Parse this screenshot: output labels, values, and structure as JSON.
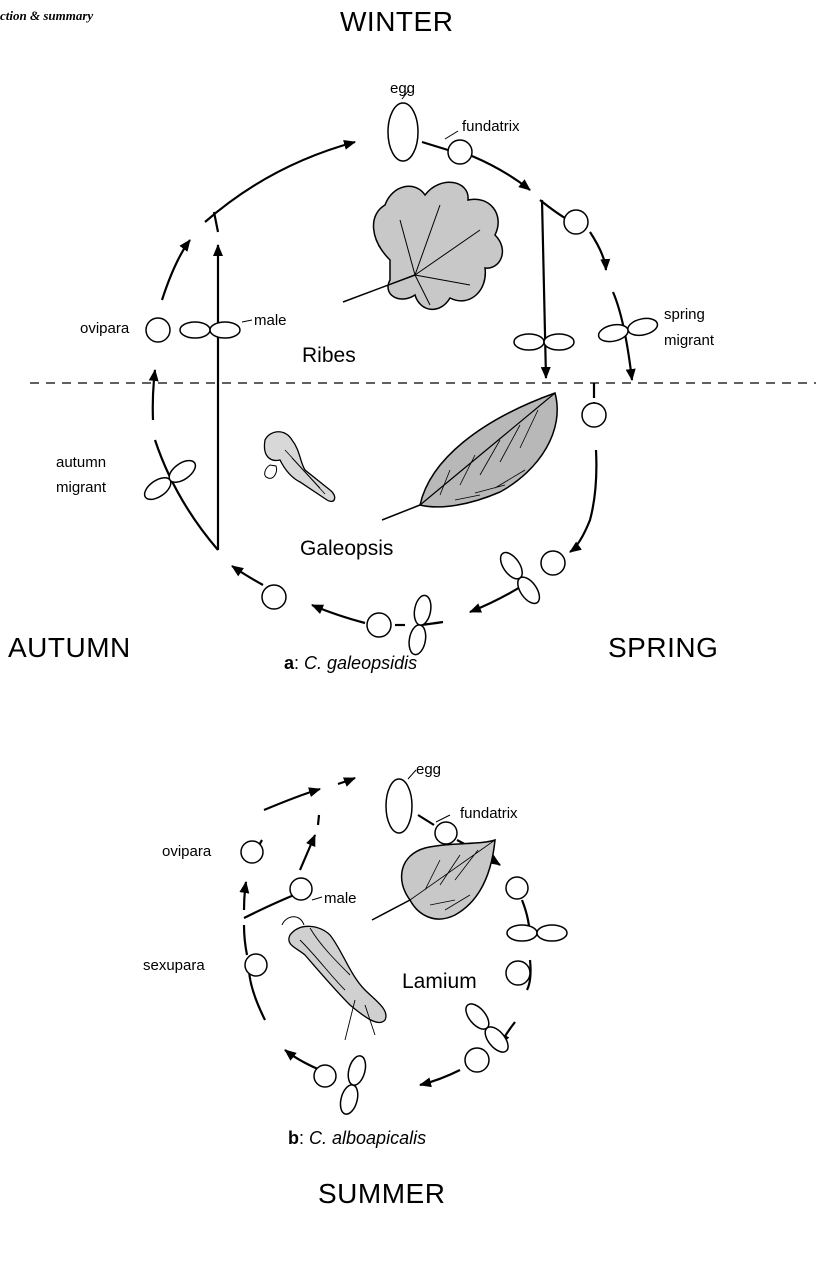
{
  "header": "ction & summary",
  "seasons": {
    "winter": "WINTER",
    "autumn": "AUTUMN",
    "spring": "SPRING",
    "summer": "SUMMER"
  },
  "diagram_a": {
    "caption_letter": "a",
    "caption_species": "C. galeopsidis",
    "hosts": {
      "primary": "Ribes",
      "secondary": "Galeopsis"
    },
    "labels": {
      "egg": "egg",
      "fundatrix": "fundatrix",
      "ovipara": "ovipara",
      "male": "male",
      "spring_migrant_1": "spring",
      "spring_migrant_2": "migrant",
      "autumn_migrant_1": "autumn",
      "autumn_migrant_2": "migrant"
    }
  },
  "diagram_b": {
    "caption_letter": "b",
    "caption_species": "C. alboapicalis",
    "hosts": {
      "primary": "Lamium"
    },
    "labels": {
      "egg": "egg",
      "fundatrix": "fundatrix",
      "ovipara": "ovipara",
      "male": "male",
      "sexupara": "sexupara"
    }
  }
}
